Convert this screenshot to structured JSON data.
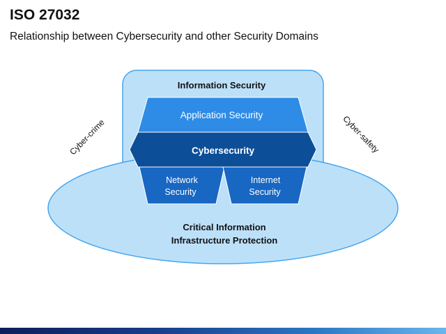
{
  "slide": {
    "title": "ISO 27032",
    "subtitle": "Relationship between Cybersecurity and other Security Domains"
  },
  "diagram": {
    "information_security": "Information Security",
    "application_security": "Application Security",
    "cybersecurity": "Cybersecurity",
    "network_security": [
      "Network",
      "Security"
    ],
    "internet_security": [
      "Internet",
      "Security"
    ],
    "ciip": [
      "Critical Information",
      "Infrastructure Protection"
    ],
    "cyber_crime": "Cyber-crime",
    "cyber_safety": "Cyber-safety"
  },
  "colors": {
    "light_blue_fill": "#bde0f9",
    "light_blue_stroke": "#45a5ee",
    "app_security": "#2e8ce6",
    "cybersecurity": "#0d4e98",
    "lower_blocks": "#1767c3",
    "dark_text": "#111111",
    "white_text": "#ffffff"
  }
}
